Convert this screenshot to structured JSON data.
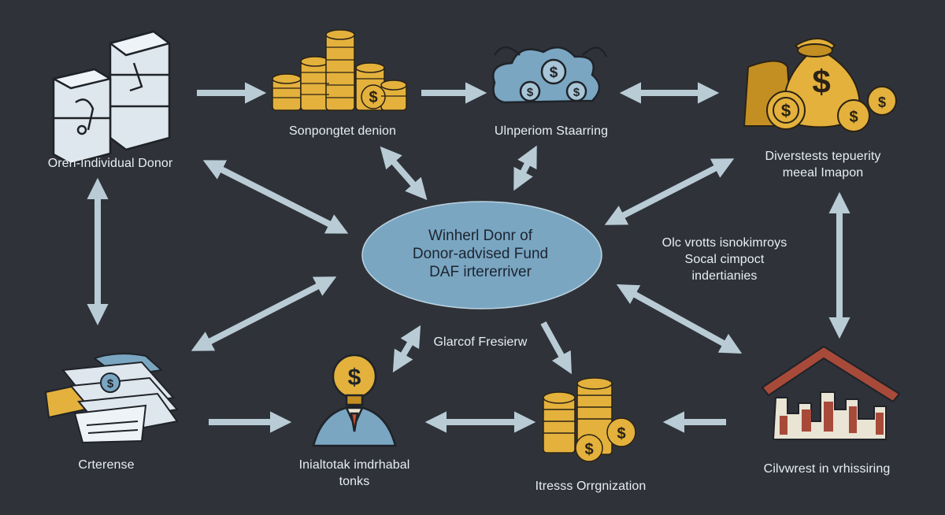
{
  "colors": {
    "background": "#2f3339",
    "arrow": "#b9ccd6",
    "gold": "#e3b13c",
    "gold_dark": "#c48f22",
    "blue": "#7aa6c2",
    "center_fill": "#7aa6c2",
    "red": "#a84a3a",
    "cream": "#e9e4d4"
  },
  "nodes": {
    "individual_donor": {
      "label": "Oren-Individual Donor",
      "icon": "server-stack-icon"
    },
    "sonpong": {
      "label": "Sonpongtet denion",
      "icon": "coin-stacks-icon"
    },
    "ulnperiom": {
      "label": "Ulnperiom Staarring",
      "icon": "money-cloud-icon"
    },
    "diverstests": {
      "label_line1": "Diverstests tepuerity",
      "label_line2": "meeal Imapon",
      "icon": "money-bags-icon"
    },
    "center": {
      "line1": "Winherl Donr of",
      "line2": "Donor-advised Fund",
      "line3": "DAF irtererriver"
    },
    "social_impact": {
      "line1": "Olc vrotts isnokimroys",
      "line2": "Socal cimpoct",
      "line3": "indertianies"
    },
    "grant_label": {
      "label": "Glarcof Fresierw"
    },
    "crterense": {
      "label": "Crterense",
      "icon": "cash-bundle-icon"
    },
    "inialtotak": {
      "label_line1": "Inialtotak imdrhabal",
      "label_line2": "tonks",
      "icon": "idea-person-icon"
    },
    "itresss": {
      "label": "Itresss Orrgnization",
      "icon": "coin-tower-icon"
    },
    "civwrest": {
      "label": "Cilvwrest in vrhissiring",
      "icon": "house-city-icon"
    }
  }
}
